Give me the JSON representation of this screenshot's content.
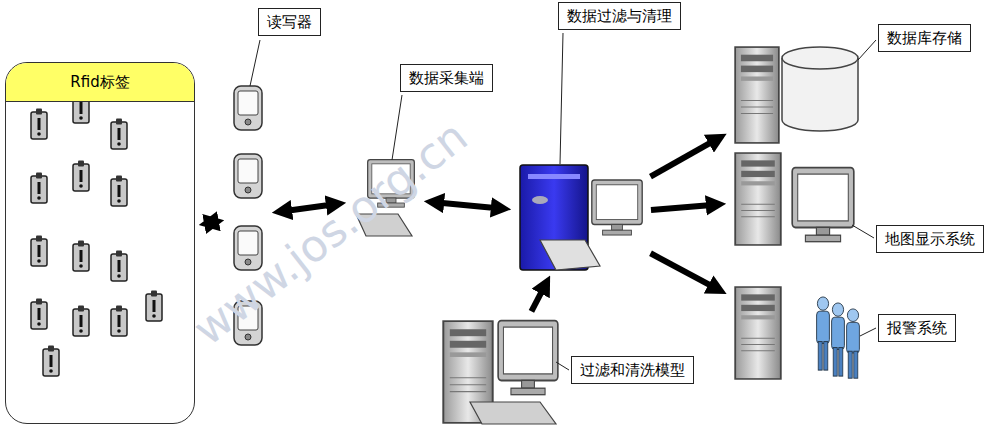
{
  "diagram": {
    "nodes": [
      {
        "text": [
          "Rfid标签"
        ]
      },
      {
        "text": [
          "读写器"
        ]
      },
      {
        "text": [
          "数据采集端"
        ]
      },
      {
        "text": [
          "数据过滤与清理"
        ]
      },
      {
        "text": [
          "过滤和清洗模型"
        ]
      },
      {
        "text": [
          "数据库存储"
        ]
      },
      {
        "text": [
          "地图显示系统"
        ]
      },
      {
        "text": [
          "报警系统"
        ]
      }
    ],
    "edges": [
      {
        "from": 0,
        "to": 1,
        "arrow": "both"
      },
      {
        "from": 1,
        "to": 2,
        "arrow": "both"
      },
      {
        "from": 2,
        "to": 3,
        "arrow": "both"
      },
      {
        "from": 4,
        "to": 3,
        "arrow": "to"
      },
      {
        "from": 3,
        "to": 5,
        "arrow": "to"
      },
      {
        "from": 3,
        "to": 6,
        "arrow": "to"
      },
      {
        "from": 3,
        "to": 7,
        "arrow": "to"
      }
    ],
    "labels": [
      "www.jos.org.cn"
    ]
  }
}
